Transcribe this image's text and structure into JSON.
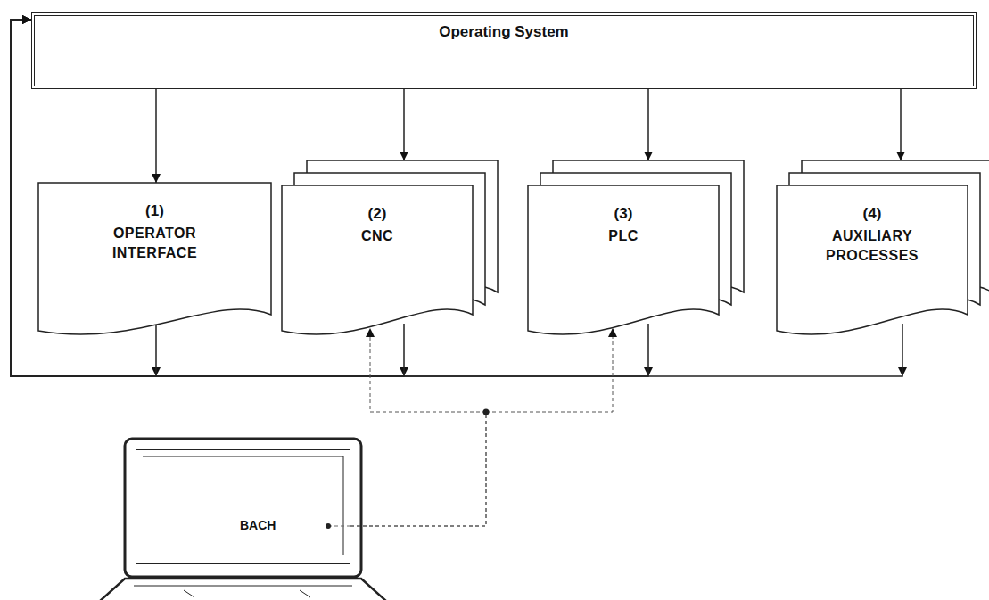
{
  "diagram": {
    "nodes": [
      {
        "text": [
          "Operating System"
        ]
      },
      {
        "text": [
          "(1)",
          "OPERATOR INTERFACE"
        ]
      },
      {
        "text": [
          "(2)",
          "CNC"
        ]
      },
      {
        "text": [
          "(3)",
          "PLC"
        ]
      },
      {
        "text": [
          "(4)",
          "AUXILIARY PROCESSES"
        ]
      },
      {
        "text": [
          "BACH"
        ]
      }
    ],
    "edges": [
      {
        "from": 0,
        "to": 1,
        "arrow": "to"
      },
      {
        "from": 0,
        "to": 2,
        "arrow": "to"
      },
      {
        "from": 0,
        "to": 3,
        "arrow": "to"
      },
      {
        "from": 0,
        "to": 4,
        "arrow": "to"
      },
      {
        "from": 1,
        "to": 0,
        "arrow": "to"
      },
      {
        "from": 2,
        "to": 0,
        "arrow": "to"
      },
      {
        "from": 3,
        "to": 0,
        "arrow": "to"
      },
      {
        "from": 4,
        "to": 0,
        "arrow": "to"
      },
      {
        "from": 5,
        "to": 2,
        "arrow": "to"
      },
      {
        "from": 5,
        "to": 3,
        "arrow": "to"
      }
    ]
  }
}
